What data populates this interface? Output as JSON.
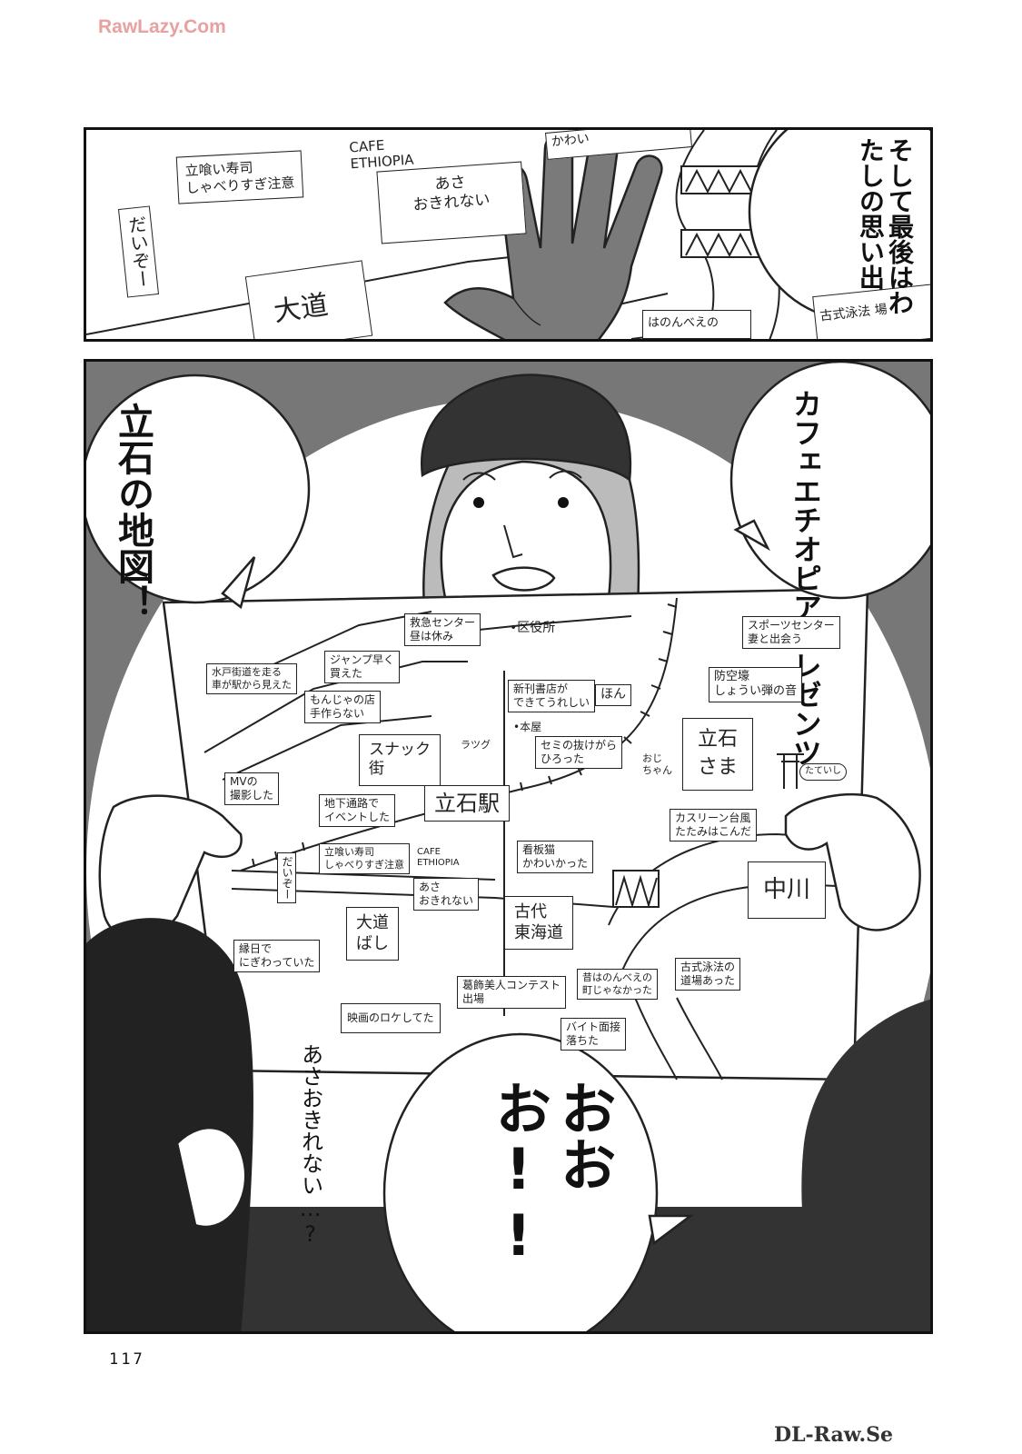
{
  "watermark_top": "RawLazy.Com",
  "watermark_bottom": "DL-Raw.Se",
  "page_number": "117",
  "panel1": {
    "narration": [
      "そして最後は",
      "わたしの",
      "思い出"
    ],
    "notes": {
      "sushi": [
        "立喰い寿司",
        "しゃべりすぎ注意"
      ],
      "cafe": [
        "CAFE",
        "ETHIOPIA"
      ],
      "asa": [
        "あさ",
        "おきれない"
      ],
      "daidou": "大道",
      "daizo": "だいぞー",
      "kawai": "かわい",
      "nonbe": "はのんべえの",
      "kobori": "古式泳法 場"
    }
  },
  "panel2": {
    "bubble_left": [
      "立石の",
      "地図！"
    ],
    "bubble_right": [
      "カフェ",
      "エチオピア",
      "プレゼンツ"
    ],
    "bubble_bottom": "おおお!!",
    "mutter": [
      "あさ",
      "おきれない…",
      "?"
    ],
    "map": {
      "station": "立石駅",
      "ward_office": "•区役所",
      "honya": "•本屋",
      "ratsugu": "ラツグ",
      "ojichan": [
        "おじ",
        "ちゃん"
      ],
      "tateishi_sama_sign": "たていし",
      "notes": {
        "kyukyu": [
          "救急センター",
          "昼は休み"
        ],
        "sports": [
          "スポーツセンター",
          "妻と出会う"
        ],
        "mito": [
          "水戸街道を走る",
          "車が駅から見えた"
        ],
        "jump": [
          "ジャンプ早く",
          "買えた"
        ],
        "monja": [
          "もんじゃの店",
          "手作らない"
        ],
        "shinkan": [
          "新刊書店が",
          "できてうれしい"
        ],
        "hon": "ほん",
        "boku": [
          "防空壕",
          "しょうい弾の音"
        ],
        "snack": [
          "スナック",
          "街"
        ],
        "semi": [
          "セミの抜けがら",
          "ひろった"
        ],
        "tateishi_sama": [
          "立石",
          "さま"
        ],
        "mv": [
          "MVの",
          "撮影した"
        ],
        "chika": [
          "地下通路で",
          "イベントした"
        ],
        "typhoon": [
          "カスリーン台風",
          "たたみはこんだ"
        ],
        "sushi": [
          "立喰い寿司",
          "しゃべりすぎ注意"
        ],
        "cafe": [
          "CAFE",
          "ETHIOPIA"
        ],
        "kanban": [
          "看板猫",
          "かわいかった"
        ],
        "asa": [
          "あさ",
          "おきれない"
        ],
        "nakagawa": "中川",
        "daizo": "だいぞー",
        "odo": [
          "大道",
          "ばし"
        ],
        "kodai": [
          "古代",
          "東海道"
        ],
        "ennichi": [
          "縁日で",
          "にぎわっていた"
        ],
        "kattsu": [
          "葛飾美人コンテスト",
          "出場"
        ],
        "mukashi": [
          "昔はのんべえの",
          "町じゃなかった"
        ],
        "koshiki": [
          "古式泳法の",
          "道場あった"
        ],
        "eiga": "映画のロケしてた",
        "baito": [
          "バイト面接",
          "落ちた"
        ]
      }
    }
  }
}
